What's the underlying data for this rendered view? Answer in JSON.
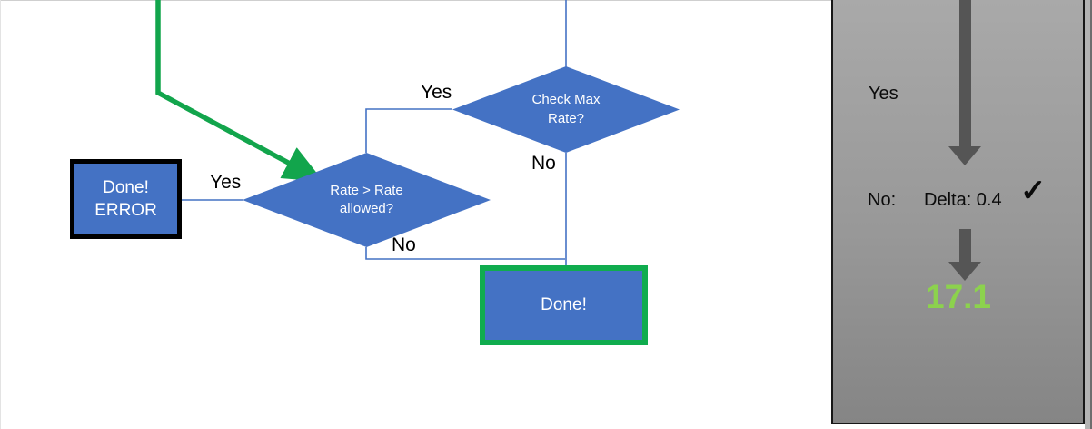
{
  "flowchart": {
    "nodes": {
      "check_max_rate": {
        "type": "decision",
        "label": "Check Max\nRate?"
      },
      "rate_gt_allowed": {
        "type": "decision",
        "label": "Rate > Rate\nallowed?"
      },
      "done_error": {
        "type": "terminal-error",
        "label": "Done!\nERROR"
      },
      "done": {
        "type": "terminal-success",
        "label": "Done!"
      }
    },
    "labels": {
      "check_max_yes": "Yes",
      "check_max_no": "No",
      "rate_yes": "Yes",
      "rate_no": "No"
    }
  },
  "side_panel": {
    "yes_label": "Yes",
    "no_label": "No:",
    "delta_value": "Delta: 0.4",
    "checkmark": "✓",
    "result_value": "17.1"
  },
  "colors": {
    "node_blue": "#4472C4",
    "connector_blue": "#4472C4",
    "flow_arrow_green": "#12A54C",
    "done_border_green": "#10AC4E",
    "error_border_black": "#000000",
    "panel_arrow_gray": "#555555",
    "result_green": "#8CD24D",
    "panel_gray_top": "#A9A9A9",
    "panel_gray_bottom": "#858585"
  }
}
